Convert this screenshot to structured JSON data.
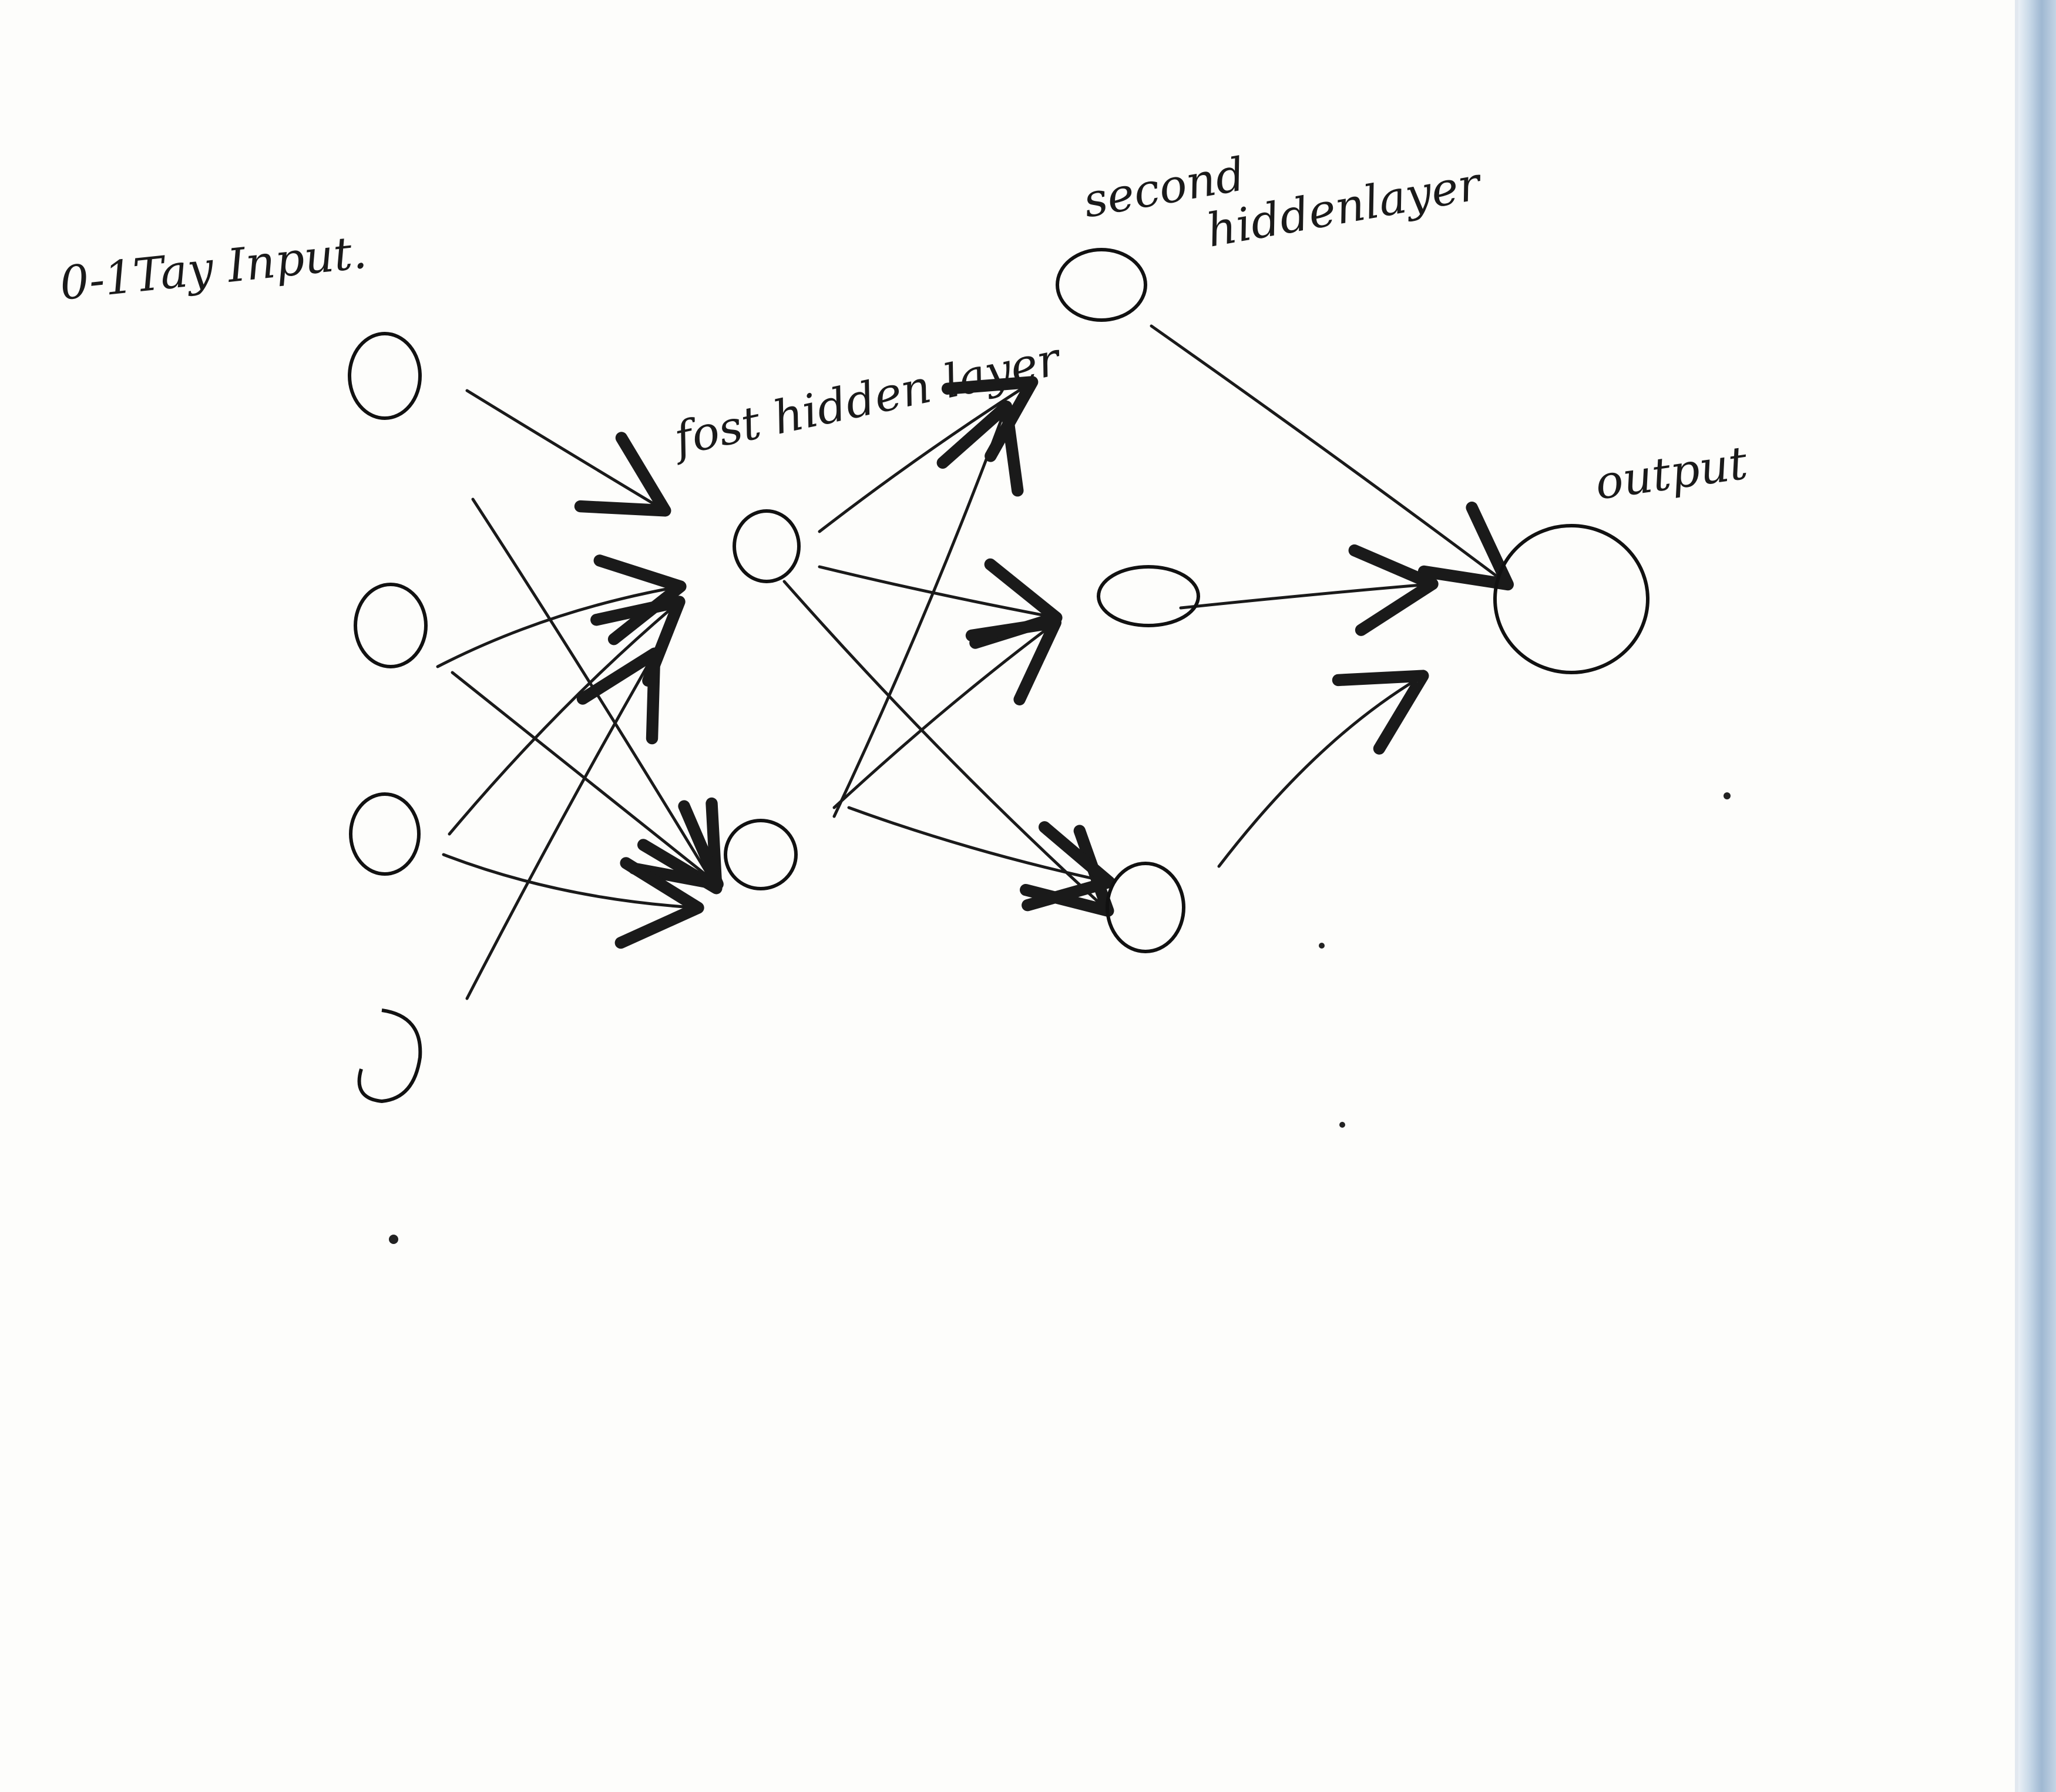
{
  "labels": {
    "input": "0-1Tay Input.",
    "first_hidden": "fost hidden layer",
    "second_hidden_line1": "second",
    "second_hidden_line2": "hiddenlayer",
    "output": "output"
  },
  "layers": [
    {
      "name": "input",
      "neurons": 4
    },
    {
      "name": "first_hidden",
      "neurons": 2
    },
    {
      "name": "second_hidden",
      "neurons": 3
    },
    {
      "name": "output",
      "neurons": 1
    }
  ],
  "connections": [
    {
      "from": "input-1",
      "to": "hidden1-1"
    },
    {
      "from": "input-1",
      "to": "hidden1-2"
    },
    {
      "from": "input-2",
      "to": "hidden1-1"
    },
    {
      "from": "input-2",
      "to": "hidden1-2"
    },
    {
      "from": "input-3",
      "to": "hidden1-1"
    },
    {
      "from": "input-3",
      "to": "hidden1-2"
    },
    {
      "from": "input-4",
      "to": "hidden1-1"
    },
    {
      "from": "hidden1-1",
      "to": "hidden2-1"
    },
    {
      "from": "hidden1-1",
      "to": "hidden2-2"
    },
    {
      "from": "hidden1-1",
      "to": "hidden2-3"
    },
    {
      "from": "hidden1-2",
      "to": "hidden2-1"
    },
    {
      "from": "hidden1-2",
      "to": "hidden2-2"
    },
    {
      "from": "hidden1-2",
      "to": "hidden2-3"
    },
    {
      "from": "hidden2-1",
      "to": "output-1"
    },
    {
      "from": "hidden2-2",
      "to": "output-1"
    },
    {
      "from": "hidden2-3",
      "to": "output-1"
    }
  ],
  "colors": {
    "ink": "#1a1a1a",
    "paper": "#fdfdfb",
    "edge": "#9fb8d2"
  }
}
